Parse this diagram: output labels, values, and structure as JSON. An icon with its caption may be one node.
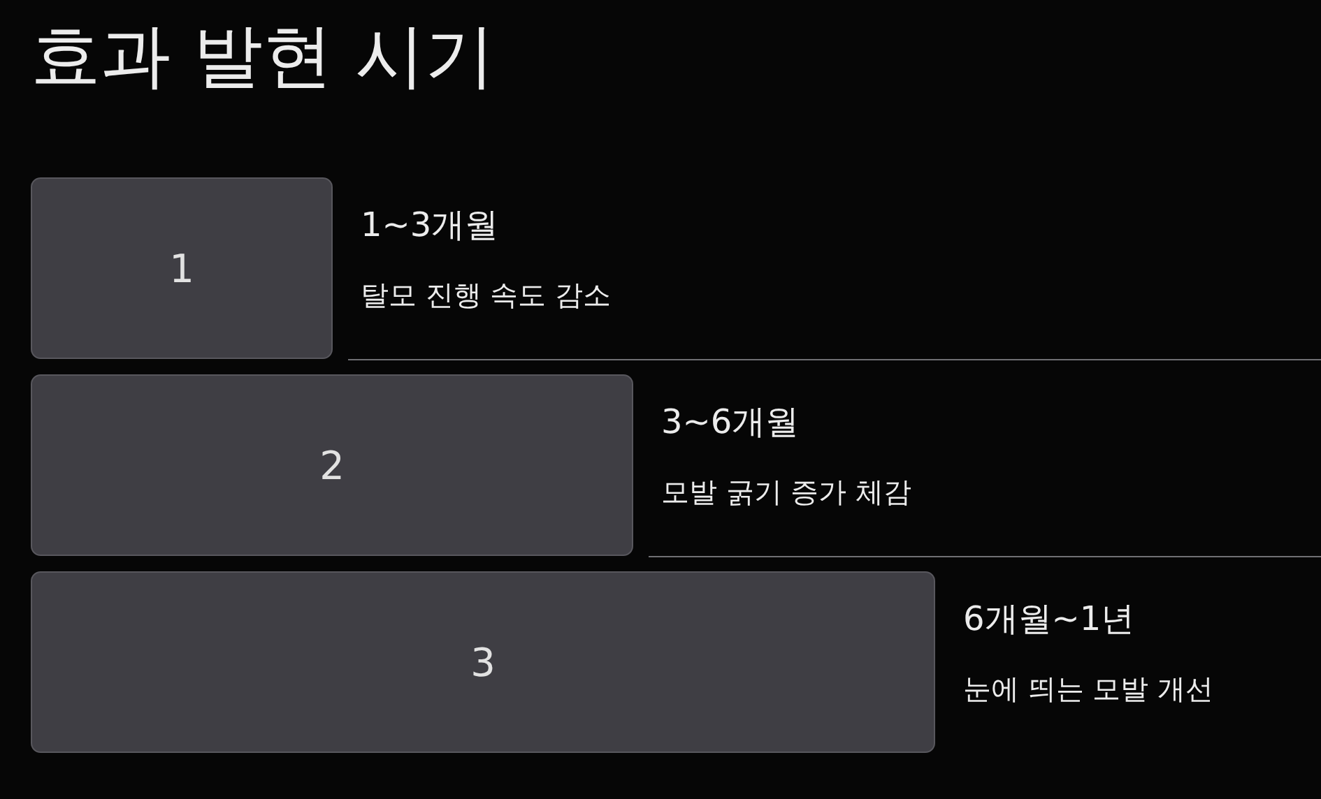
{
  "diagram": {
    "title": "효과 발현 시기",
    "nodes": [
      {
        "text": [
          "1"
        ],
        "beside": [
          "1~3개월",
          "탈모 진행 속도 감소"
        ]
      },
      {
        "text": [
          "2"
        ],
        "beside": [
          "3~6개월",
          "모발 굵기 증가 체감"
        ]
      },
      {
        "text": [
          "3"
        ],
        "beside": [
          "6개월~1년",
          "눈에 띄는 모발 개선"
        ]
      }
    ]
  }
}
